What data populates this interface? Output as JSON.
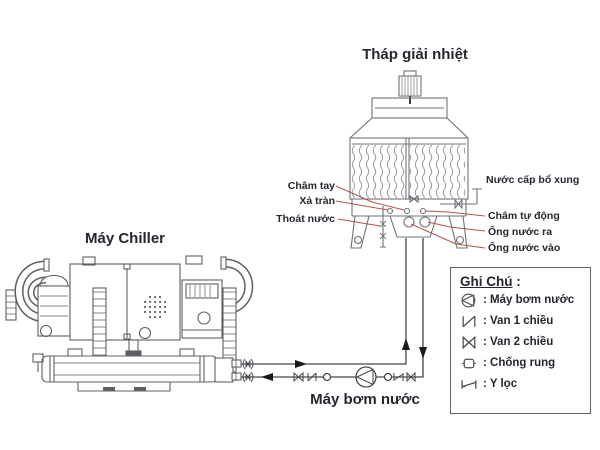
{
  "diagram": {
    "tower_title": "Tháp giải nhiệt",
    "chiller_title": "Máy Chiller",
    "pump_title": "Máy bơm nước",
    "labels": {
      "cham_tay": "Châm tay",
      "xa_tran": "Xả tràn",
      "thoat_nuoc": "Thoát nước",
      "nuoc_cap": "Nước cấp bổ xung",
      "cham_tu_dong": "Châm tự động",
      "ong_nuoc_ra": "Ống nước ra",
      "ong_nuoc_vao": "Ống nước vào"
    }
  },
  "legend": {
    "title": "Ghi Chú",
    "title_suffix": " :",
    "items": [
      {
        "symbol": "pump-icon",
        "label": ": Máy bơm nước"
      },
      {
        "symbol": "check-valve-icon",
        "label": ": Van 1 chiều"
      },
      {
        "symbol": "two-way-valve-icon",
        "label": ": Van 2 chiều"
      },
      {
        "symbol": "anti-vibration-icon",
        "label": ": Chống rung"
      },
      {
        "symbol": "y-strainer-icon",
        "label": ": Y lọc"
      }
    ]
  },
  "colors": {
    "machine_line": "#5c6065",
    "pipe_line": "#43474c",
    "leader_line": "#b2554b",
    "text": "#23262e"
  }
}
